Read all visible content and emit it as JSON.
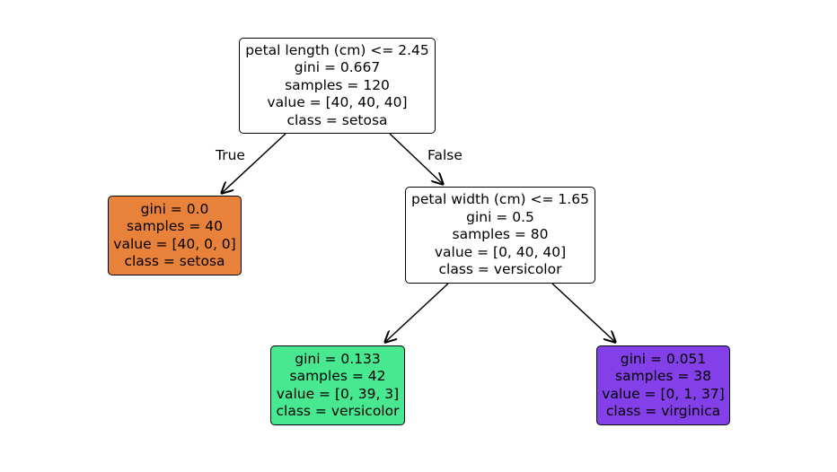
{
  "tree": {
    "nodes": {
      "root": {
        "condition": "petal length (cm) <= 2.45",
        "gini": "gini = 0.667",
        "samples": "samples = 120",
        "value": "value = [40, 40, 40]",
        "class": "class = setosa",
        "fill": "#ffffff"
      },
      "left": {
        "gini": "gini = 0.0",
        "samples": "samples = 40",
        "value": "value = [40, 0, 0]",
        "class": "class = setosa",
        "fill": "#e8823b"
      },
      "right": {
        "condition": "petal width (cm) <= 1.65",
        "gini": "gini = 0.5",
        "samples": "samples = 80",
        "value": "value = [0, 40, 40]",
        "class": "class = versicolor",
        "fill": "#ffffff"
      },
      "right_left": {
        "gini": "gini = 0.133",
        "samples": "samples = 42",
        "value": "value = [0, 39, 3]",
        "class": "class = versicolor",
        "fill": "#47e88f"
      },
      "right_right": {
        "gini": "gini = 0.051",
        "samples": "samples = 38",
        "value": "value = [0, 1, 37]",
        "class": "class = virginica",
        "fill": "#8440e8"
      }
    },
    "edge_labels": {
      "true": "True",
      "false": "False"
    }
  }
}
